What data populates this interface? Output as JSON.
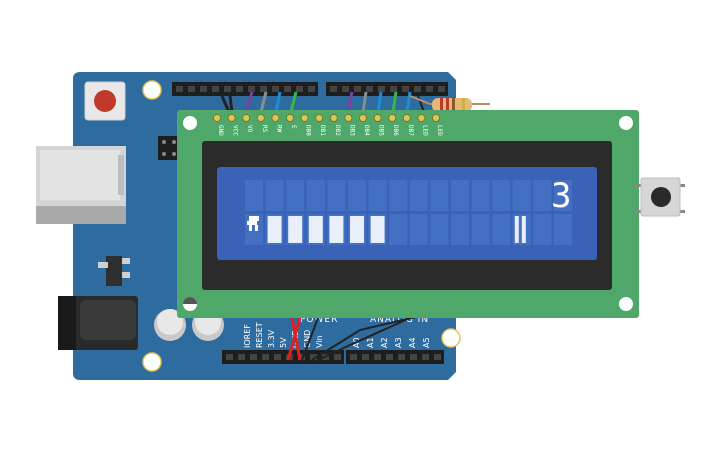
{
  "arduino": {
    "header_labels": [
      "IOREF",
      "RESET",
      "3.3V",
      "5V",
      "GND",
      "GND",
      "Vin"
    ],
    "power_label": "POWER",
    "analog_label": "ANALOG IN",
    "analog_pins": [
      "A0",
      "A1",
      "A2",
      "A3",
      "A4",
      "A5"
    ]
  },
  "lcd": {
    "pin_labels": [
      "GND",
      "VCC",
      "VO",
      "RS",
      "RW",
      "E",
      "DB0",
      "DB1",
      "DB2",
      "DB3",
      "DB4",
      "DB5",
      "DB6",
      "DB7",
      "LED",
      "LED"
    ],
    "display_value": "3",
    "backlight_color": "#3a63b8",
    "pcb_color": "#4fa86a"
  },
  "colors": {
    "board": "#2e6b9e",
    "wire_power": "#e02020",
    "wire_ground": "#222222",
    "wire_purple": "#7a3fa0",
    "wire_green": "#39b54a",
    "wire_blue": "#1c8fd6",
    "wire_gray": "#8c8c8c"
  }
}
